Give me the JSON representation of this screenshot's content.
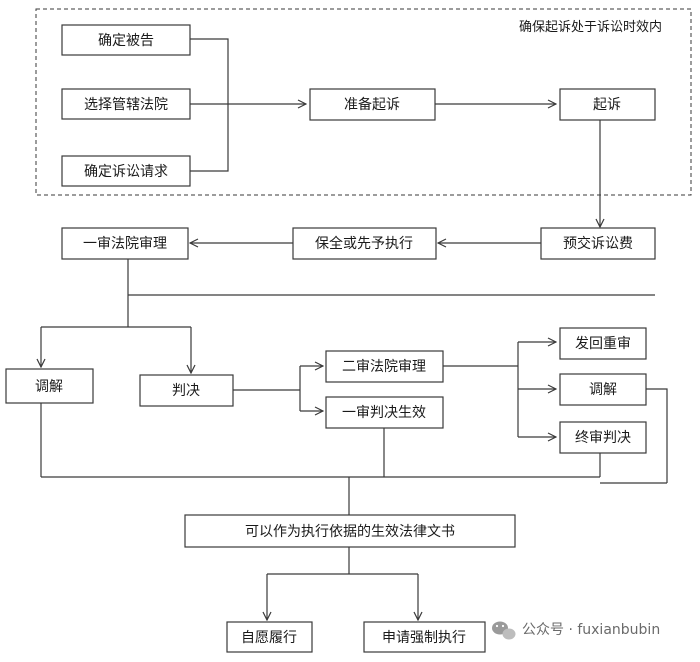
{
  "diagram": {
    "group_label": "确保起诉处于诉讼时效内",
    "nodes": {
      "confirm_defendant": "确定被告",
      "select_court": "选择管辖法院",
      "confirm_claims": "确定诉讼请求",
      "prepare_suit": "准备起诉",
      "file_suit": "起诉",
      "prepay_fees": "预交诉讼费",
      "preservation": "保全或先予执行",
      "first_instance": "一审法院审理",
      "mediation": "调解",
      "judgment": "判决",
      "second_instance": "二审法院审理",
      "first_judgment_effective": "一审判决生效",
      "remand": "发回重审",
      "mediation_2": "调解",
      "final_judgment": "终审判决",
      "enforceable_document": "可以作为执行依据的生效法律文书",
      "voluntary_performance": "自愿履行",
      "apply_enforcement": "申请强制执行"
    }
  },
  "watermark": {
    "icon": "wechat-icon",
    "text": "公众号 · fuxianbubin"
  }
}
